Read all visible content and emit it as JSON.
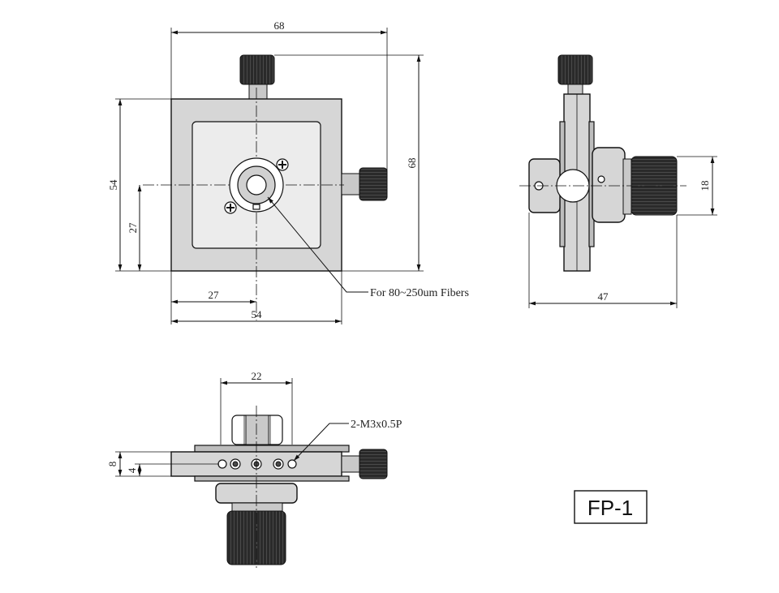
{
  "top_view": {
    "dim_width_top": "68",
    "dim_height_right": "68",
    "dim_height_left": "54",
    "dim_center_height": "27",
    "dim_center_width": "27",
    "dim_width_bottom": "54",
    "fiber_callout": "For 80~250um Fibers"
  },
  "side_view": {
    "dim_knob_diameter": "18",
    "dim_length": "47"
  },
  "front_view": {
    "dim_knob_width": "22",
    "dim_thickness": "8",
    "dim_hole_height": "4",
    "thread_callout": "2-M3x0.5P"
  },
  "model_label": "FP-1"
}
